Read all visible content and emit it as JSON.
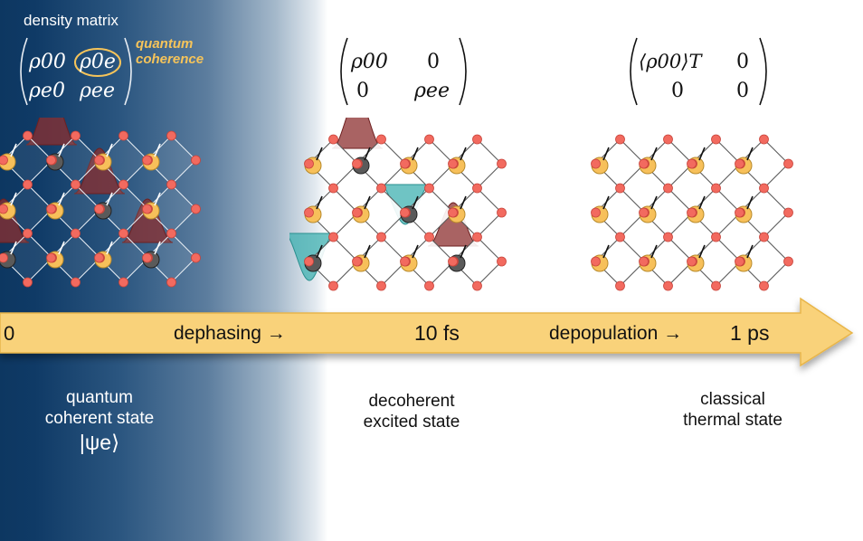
{
  "title": "density matrix",
  "coherence_label": [
    "quantum",
    "coherence"
  ],
  "matrices": {
    "coherent": {
      "m00": "ρ00",
      "m01": "ρ0e",
      "m10": "ρe0",
      "m11": "ρee"
    },
    "decoherent": {
      "m00": "ρ00",
      "m01": "0",
      "m10": "0",
      "m11": "ρee"
    },
    "thermal": {
      "m00": "⟨ρ00⟩T",
      "m01": "0",
      "m10": "0",
      "m11": "0"
    }
  },
  "timeline": {
    "start": "0",
    "dephasing": "dephasing →",
    "mid": "10 fs",
    "depopulation": "depopulation →",
    "end": "1 ps"
  },
  "states": {
    "coherent": [
      "quantum",
      "coherent state",
      "|ψe⟩"
    ],
    "decoherent": [
      "decoherent",
      "excited state"
    ],
    "thermal": [
      "classical",
      "thermal state"
    ]
  },
  "colors": {
    "navy": "#0d3761",
    "arrow_fill": "#f9d27a",
    "arrow_edge": "#e8b54a",
    "coherence_text": "#f6c45a",
    "oxygen": "#f26a5f",
    "cation": "#f7c05a",
    "excited_atom": "#5a5a5a",
    "wavepacket_red": "#8c2f2f",
    "wavepacket_teal": "#3fb0b0"
  }
}
